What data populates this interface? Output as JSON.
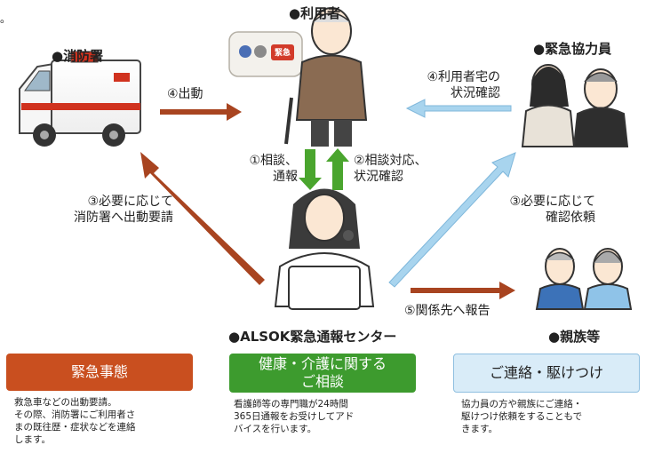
{
  "corner_mark": "。",
  "nodes": {
    "user": "●利用者",
    "fire": "●消防署",
    "helper": "●緊急協力員",
    "center": "●ALSOK緊急通報センター",
    "family": "●親族等"
  },
  "device_button": "緊急",
  "steps": {
    "dispatch": "④出動",
    "check_home": [
      "④利用者宅の",
      "状況確認"
    ],
    "consult": [
      "①相談、",
      "通報"
    ],
    "respond": [
      "②相談対応、",
      "状況確認"
    ],
    "request_fire": [
      "③必要に応じて",
      "消防署へ出動要請"
    ],
    "request_check": [
      "③必要に応じて",
      "確認依頼"
    ],
    "report": "⑤関係先へ報告"
  },
  "cards": [
    {
      "title": [
        "緊急事態"
      ],
      "desc": [
        "救急車などの出動要請。",
        "その際、消防署にご利用者さ",
        "まの既往歴・症状などを連絡",
        "します。"
      ],
      "color": "#c94f1f"
    },
    {
      "title": [
        "健康・介護に関する",
        "ご相談"
      ],
      "desc": [
        "看護師等の専門職が24時間",
        "365日通報をお受けしてアド",
        "バイスを行います。"
      ],
      "color": "#3d9b2e"
    },
    {
      "title": [
        "ご連絡・駆けつけ"
      ],
      "desc": [
        "協力員の方や親族にご連絡・",
        "駆けつけ依頼をすることもで",
        "きます。"
      ],
      "color": "#d9ecf8"
    }
  ],
  "colors": {
    "red_arrow": "#a84420",
    "green_arrow": "#4aa52e",
    "blue_arrow": "#a8d4ee"
  }
}
